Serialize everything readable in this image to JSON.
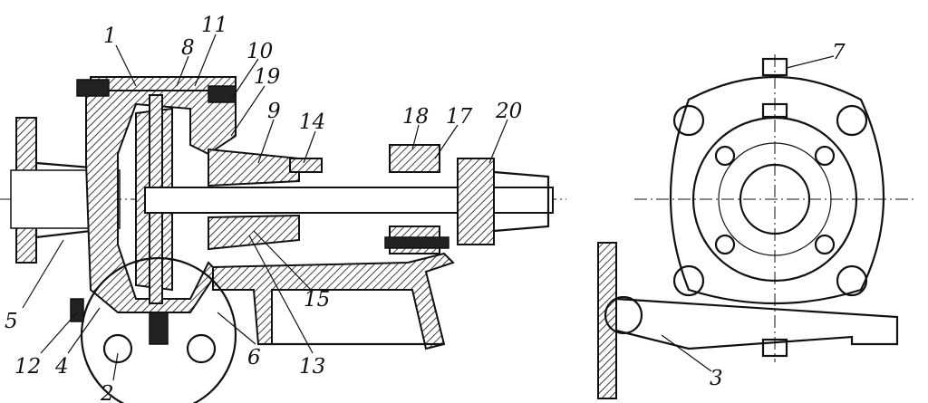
{
  "figure": {
    "type": "centrifugal pump assembly drawing",
    "callouts": [
      "1",
      "8",
      "11",
      "10",
      "19",
      "9",
      "14",
      "18",
      "17",
      "20",
      "5",
      "12",
      "4",
      "2",
      "6",
      "13",
      "15",
      "7",
      "3"
    ]
  }
}
